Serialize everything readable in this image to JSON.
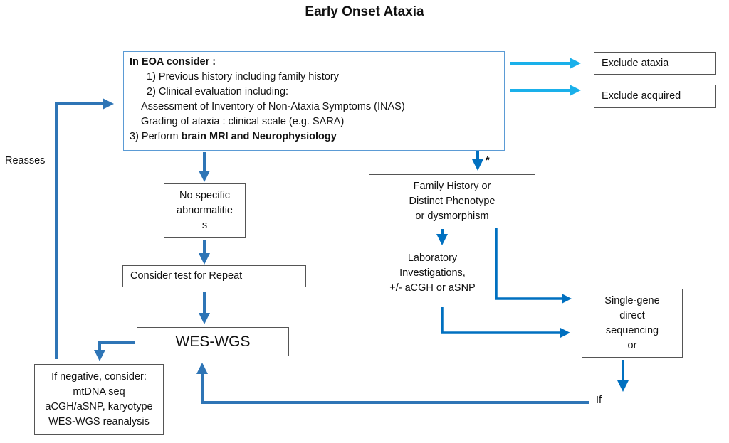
{
  "title": "Early Onset Ataxia",
  "colors": {
    "arrow_dark": "#2e75b6",
    "arrow_light": "#1ab0ea",
    "main_box_border": "#5b9bd5",
    "box_border": "#555555"
  },
  "main_box": {
    "heading": "In EOA consider :",
    "item1": "1)  Previous history  including family history",
    "item2": "2)  Clinical evaluation including:",
    "sub1": "Assessment of Inventory of Non-Ataxia Symptoms (INAS)",
    "sub2": "Grading of ataxia : clinical scale (e.g. SARA)",
    "item3_prefix": "3) Perform ",
    "item3_bold": "brain MRI and Neurophysiology"
  },
  "exclude_ataxia": "Exclude ataxia",
  "exclude_acquired": "Exclude acquired",
  "no_specific": [
    "No specific",
    "abnormalitie",
    "s"
  ],
  "consider_repeat": "Consider test for Repeat",
  "wes_wgs": "WES-WGS",
  "if_negative": [
    "If negative, consider:",
    "mtDNA seq",
    "aCGH/aSNP, karyotype",
    "WES-WGS reanalysis"
  ],
  "family_history": [
    "Family History or",
    "Distinct Phenotype",
    "or dysmorphism"
  ],
  "laboratory": [
    "Laboratory",
    "Investigations,",
    "+/- aCGH or aSNP"
  ],
  "single_gene": [
    "Single-gene",
    "direct",
    "sequencing",
    "or"
  ],
  "labels": {
    "reasses": "Reasses",
    "asterisk": "*",
    "if": "If"
  }
}
